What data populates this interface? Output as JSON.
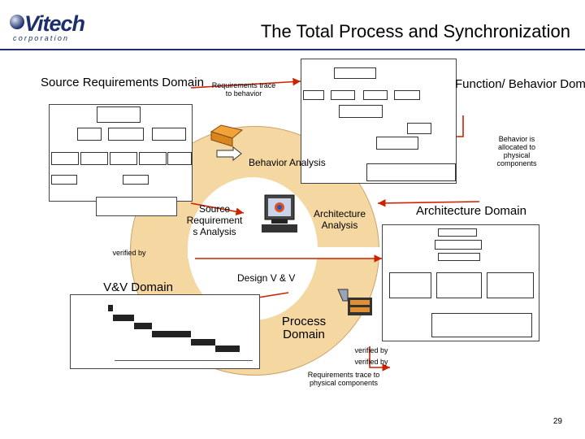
{
  "header": {
    "logo": {
      "word": "Vitech",
      "sub": "corporation"
    },
    "title": "The Total Process and Synchronization"
  },
  "domains": {
    "source_requirements": "Source Requirements Domain",
    "function_behavior": "Function/ Behavior Domain",
    "architecture": "Architecture Domain",
    "vv": "V&V Domain",
    "process": "Process Domain"
  },
  "analyses": {
    "behavior": "Behavior Analysis",
    "source_requirements": "Source Requirement s Analysis",
    "architecture": "Architecture Analysis",
    "design_vv": "Design V & V"
  },
  "connectors": {
    "req_trace_behavior": "Requirements trace to behavior",
    "behavior_allocated": "Behavior is allocated to physical components",
    "verified_by_left": "verified by",
    "verified_by_1": "verified by",
    "verified_by_2": "verified by",
    "req_trace_physical": "Requirements trace to physical components"
  },
  "page_number": "29",
  "colors": {
    "accent": "#1d2f6b",
    "circle": "#f5d7a1",
    "arrow": "#cc2200"
  }
}
